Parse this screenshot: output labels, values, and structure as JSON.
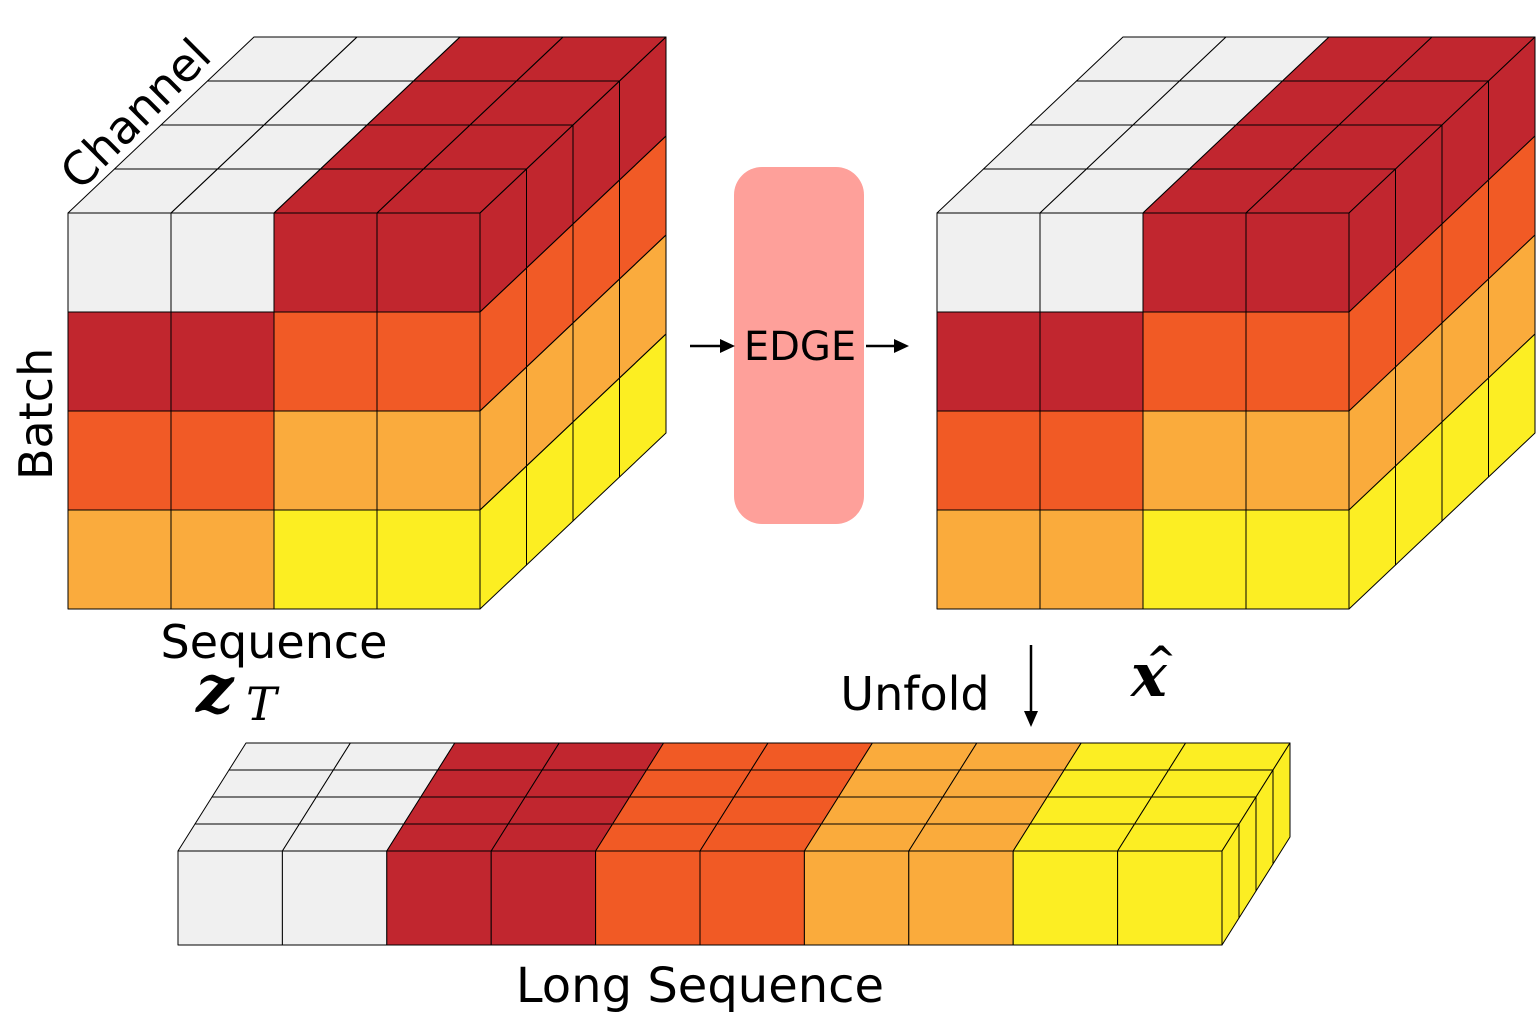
{
  "labels": {
    "channel": "Channel",
    "batch": "Batch",
    "sequence": "Sequence",
    "z_base": "z",
    "z_sub": "T",
    "edge": "EDGE",
    "unfold": "Unfold",
    "x_hat": "x",
    "long_sequence": "Long Sequence"
  },
  "colors": {
    "gray": "#f0f0f0",
    "red": "#c1262f",
    "orange": "#f15a25",
    "light_orange": "#faab3c",
    "yellow": "#fcee23",
    "edge_box": "#fea09a",
    "noise_tint": "#9a6f7a"
  },
  "cube": {
    "front_rows": [
      [
        "gray",
        "gray",
        "red",
        "red"
      ],
      [
        "red",
        "red",
        "orange",
        "orange"
      ],
      [
        "orange",
        "orange",
        "light_orange",
        "light_orange"
      ],
      [
        "light_orange",
        "light_orange",
        "yellow",
        "yellow"
      ]
    ],
    "top_columns": [
      "gray",
      "gray",
      "red",
      "red"
    ],
    "side_rows": [
      "red",
      "orange",
      "light_orange",
      "yellow"
    ]
  },
  "long_sequence_colors": [
    "gray",
    "gray",
    "red",
    "red",
    "orange",
    "orange",
    "light_orange",
    "light_orange",
    "yellow",
    "yellow"
  ]
}
